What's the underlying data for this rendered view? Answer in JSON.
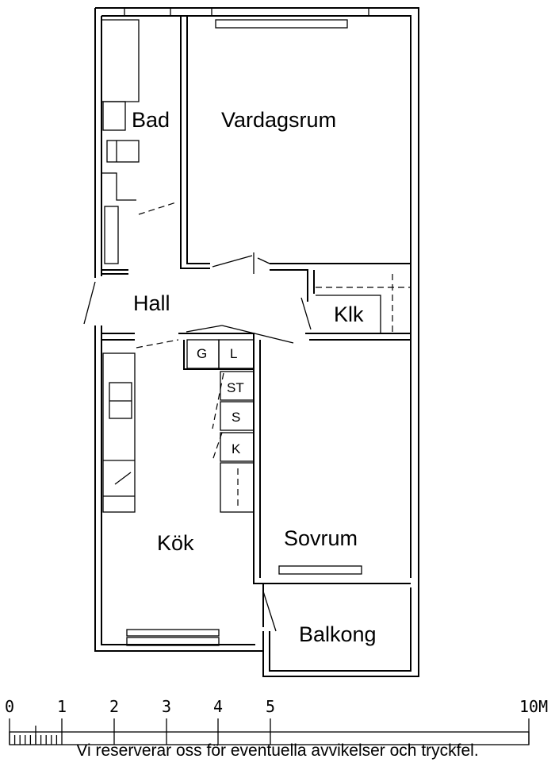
{
  "rooms": {
    "bad": "Bad",
    "vardagsrum": "Vardagsrum",
    "hall": "Hall",
    "klk": "Klk",
    "kok": "Kök",
    "sovrum": "Sovrum",
    "balkong": "Balkong"
  },
  "appliances": {
    "g": "G",
    "l": "L",
    "st": "ST",
    "s": "S",
    "k": "K"
  },
  "scale": {
    "ticks": [
      "0",
      "1",
      "2",
      "3",
      "4",
      "5",
      "10M"
    ]
  },
  "footer": "Vi reserverar oss för eventuella avvikelser och tryckfel."
}
